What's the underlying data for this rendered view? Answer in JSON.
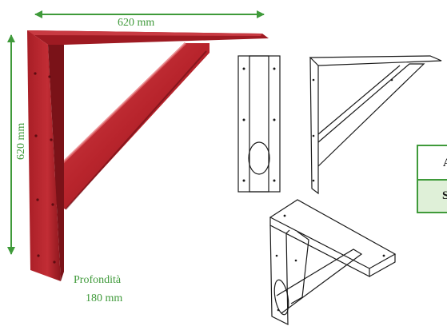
{
  "dimensions": {
    "width": "620 mm",
    "height": "620 mm",
    "depth_label": "Profondità",
    "depth_value": "180 mm"
  },
  "table": {
    "row1_text": "A",
    "row2_text": "S"
  },
  "colors": {
    "bracket_red": "#b8242c",
    "dimension_green": "#3f9a3a",
    "drawing_line": "#1a1a1a"
  }
}
